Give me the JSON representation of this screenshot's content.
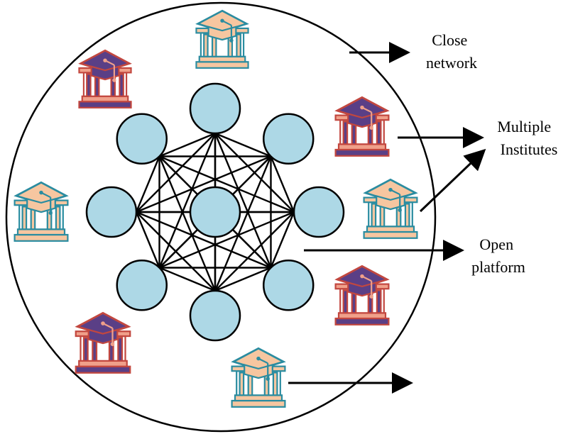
{
  "labels": {
    "close_network": [
      "Close",
      "network"
    ],
    "multiple_institutes": [
      "Multiple",
      "Institutes"
    ],
    "open_platform": [
      "Open",
      "platform"
    ]
  },
  "colors": {
    "node_fill": "#add8e6",
    "outline": "#000000",
    "institute_style_a": {
      "roof": "#f6c6a0",
      "stroke": "#2a8ca0",
      "accent": "#2a8ca0"
    },
    "institute_style_b": {
      "roof": "#5a3f86",
      "stroke": "#c2473f",
      "accent": "#f0a08a"
    }
  },
  "network": {
    "outer_nodes": 8,
    "center_node": true,
    "fully_connected": true
  },
  "icons": [
    {
      "name": "institute-icon-top",
      "style": "a"
    },
    {
      "name": "institute-icon-top-left",
      "style": "b"
    },
    {
      "name": "institute-icon-right-upper",
      "style": "b"
    },
    {
      "name": "institute-icon-left",
      "style": "a"
    },
    {
      "name": "institute-icon-right-middle",
      "style": "a"
    },
    {
      "name": "institute-icon-right-lower",
      "style": "b"
    },
    {
      "name": "institute-icon-bottom-left",
      "style": "b"
    },
    {
      "name": "institute-icon-bottom",
      "style": "a"
    }
  ]
}
